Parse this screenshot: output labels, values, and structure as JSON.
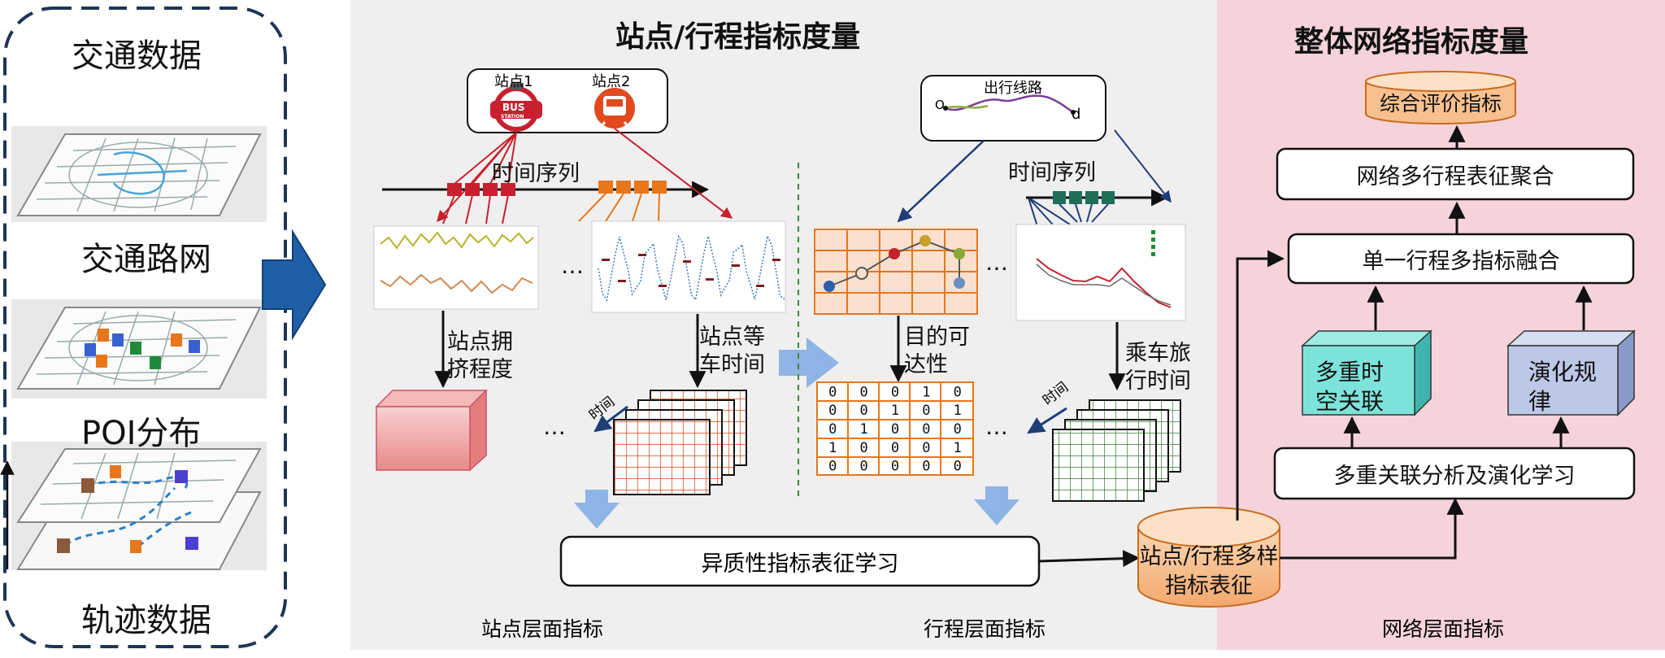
{
  "left_panel": {
    "title": "交通数据",
    "road_network_label": "交通路网",
    "poi_label": "POI分布",
    "trajectory_label": "轨迹数据"
  },
  "middle_panel": {
    "title": "站点/行程指标度量",
    "station1_label": "站点1",
    "station2_label": "站点2",
    "bus_sign_text": "BUS",
    "station_sign_text": "STATION",
    "route_label": "出行线路",
    "route_origin": "O",
    "route_dest": "d",
    "time_series_label": "时间序列",
    "time_series_label_right": "时间序列",
    "crowding_label_l1": "站点拥",
    "crowding_label_l2": "挤程度",
    "waiting_label_l1": "站点等",
    "waiting_label_l2": "车时间",
    "reach_label_l1": "目的可",
    "reach_label_l2": "达性",
    "ride_label_l1": "乘车旅",
    "ride_label_l2": "行时间",
    "time_axis_label": "时间",
    "time_axis_label_right": "时间",
    "ellipsis": "…",
    "matrix": [
      [
        0,
        0,
        0,
        1,
        0
      ],
      [
        0,
        0,
        1,
        0,
        1
      ],
      [
        0,
        1,
        0,
        0,
        0
      ],
      [
        1,
        0,
        0,
        0,
        1
      ],
      [
        0,
        0,
        0,
        0,
        0
      ]
    ],
    "hetero_box": "异质性指标表征学习",
    "station_level": "站点层面指标",
    "trip_level": "行程层面指标",
    "cylinder_l1": "站点/行程多样",
    "cylinder_l2": "指标表征"
  },
  "right_panel": {
    "title": "整体网络指标度量",
    "eval": "综合评价指标",
    "aggregate": "网络多行程表征聚合",
    "fusion": "单一行程多指标融合",
    "multi_l1": "多重时",
    "multi_l2": "空关联",
    "evo_l1": "演化规",
    "evo_l2": "律",
    "analysis": "多重关联分析及演化学习",
    "network_level": "网络层面指标"
  },
  "colors": {
    "middle_bg": "#f0f0f0",
    "right_bg": "#f8d5dc",
    "accent_blue": "#1f5fa8",
    "red_node": "#c8202e",
    "orange_node": "#e8761a",
    "teal_node": "#1e6e5a",
    "teal_cube": "#6fe0d6",
    "lavender_cube": "#b8c4e6",
    "orange_cyl": "#f8c59a"
  }
}
